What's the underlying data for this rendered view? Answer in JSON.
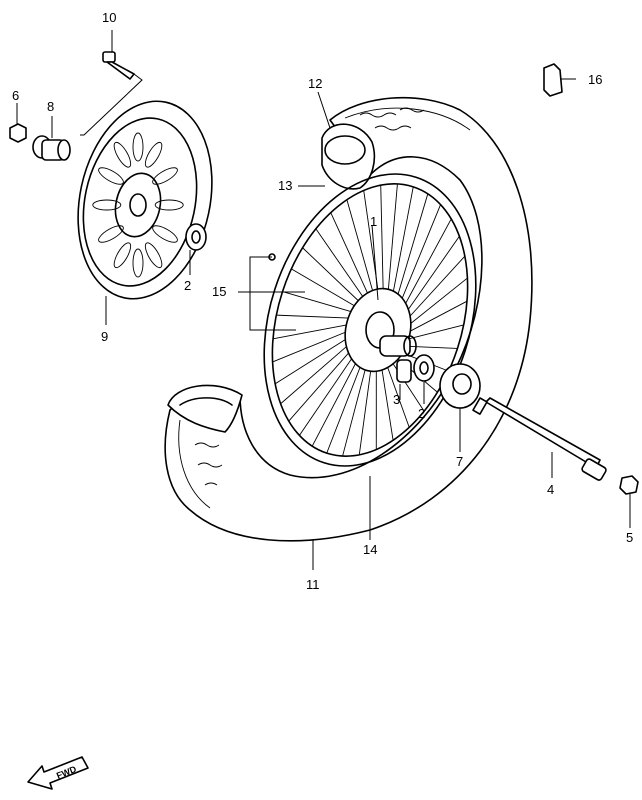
{
  "callouts": {
    "c1": "1",
    "c2a": "2",
    "c2b": "2",
    "c3": "3",
    "c4": "4",
    "c5": "5",
    "c6": "6",
    "c7": "7",
    "c8": "8",
    "c9": "9",
    "c10": "10",
    "c11": "11",
    "c12": "12",
    "c13": "13",
    "c14": "14",
    "c15": "15",
    "c16": "16"
  },
  "direction_label": "FWD"
}
